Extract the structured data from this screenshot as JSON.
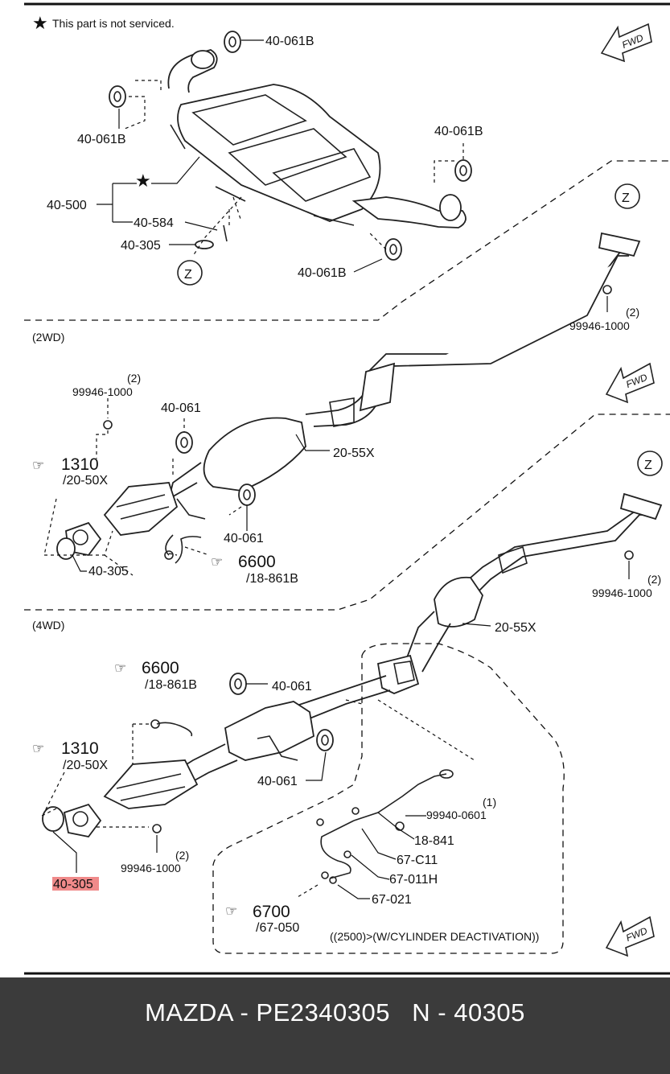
{
  "note": "This part is not serviced.",
  "section_labels": {
    "two_wd": "(2WD)",
    "four_wd": "(4WD)"
  },
  "fwd": "FWD",
  "z_mark": "Z",
  "labels": {
    "p40061B": "40-061B",
    "p40500": "40-500",
    "p40584": "40-584",
    "p40305": "40-305",
    "p40061": "40-061",
    "p2055X": "20-55X",
    "p99946": "99946-1000",
    "qty2": "(2)",
    "qty1": "(1)",
    "ref1310": "1310",
    "ref2050X": "/20-50X",
    "ref6600": "6600",
    "ref18861B": "/18-861B",
    "ref6700": "6700",
    "ref67050": "/67-050",
    "p99940": "99940-0601",
    "p18841": "18-841",
    "p67C11": "67-C11",
    "p67011H": "67-011H",
    "p67021": "67-021",
    "cyl_note": "((2500)>(W/CYLINDER DEACTIVATION))"
  },
  "highlight_part": "40-305",
  "footer": "MAZDA - PE2340305   N - 40305",
  "colors": {
    "highlight": "#f08a8a",
    "footer_bg": "#3b3b3b",
    "footer_text": "#ffffff"
  }
}
